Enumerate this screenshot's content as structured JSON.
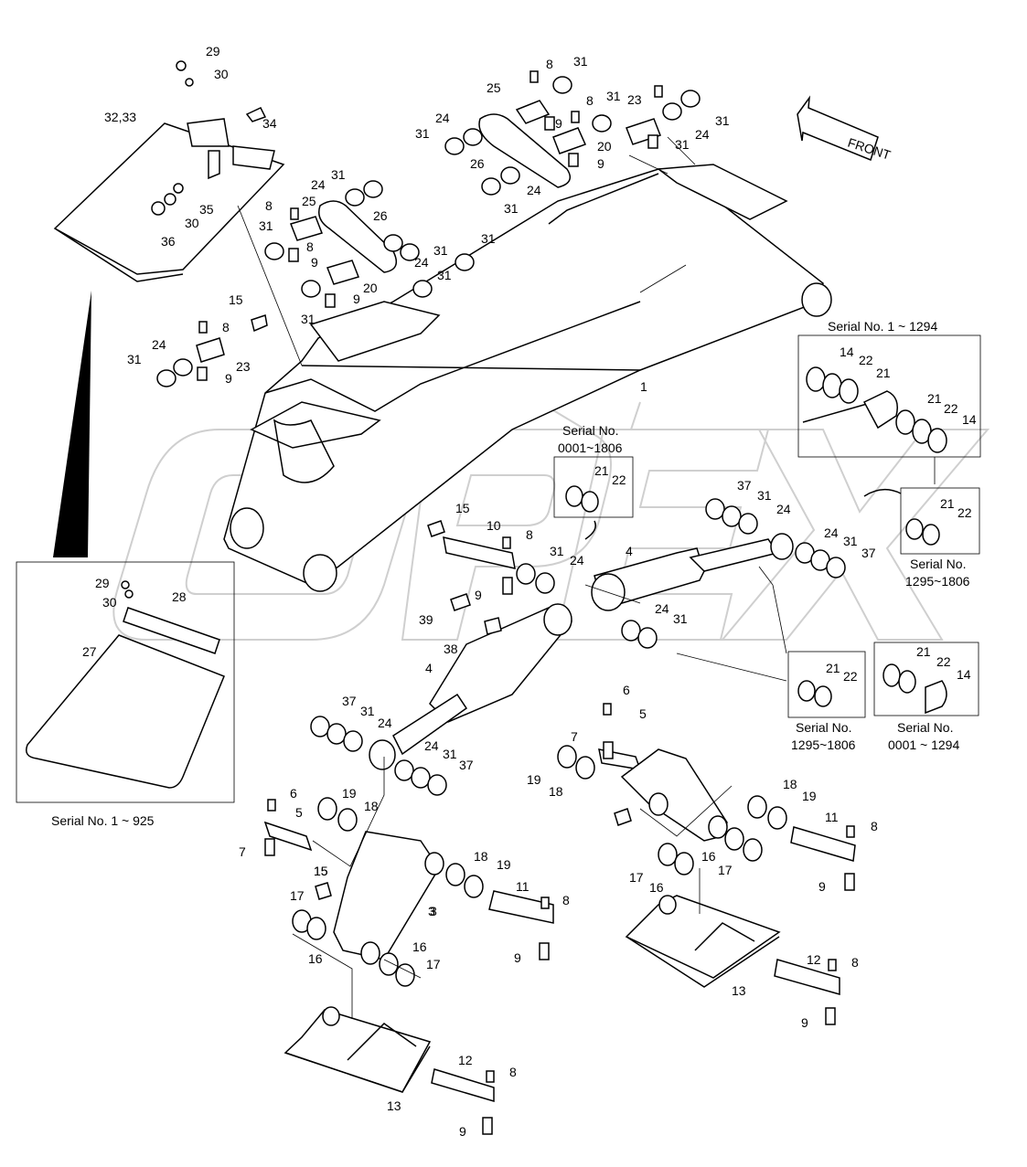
{
  "diagram": {
    "front_label": "FRONT",
    "callouts": [
      "29",
      "30",
      "32,33",
      "34",
      "35",
      "30",
      "36",
      "8",
      "31",
      "25",
      "9",
      "8",
      "31",
      "23",
      "24",
      "31",
      "20",
      "9",
      "24",
      "31",
      "26",
      "24",
      "31",
      "31",
      "31",
      "24",
      "25",
      "8",
      "31",
      "26",
      "8",
      "9",
      "31",
      "24",
      "31",
      "9",
      "20",
      "31",
      "31",
      "15",
      "8",
      "24",
      "31",
      "23",
      "9",
      "15",
      "10",
      "8",
      "31",
      "24",
      "9",
      "39",
      "38",
      "4",
      "37",
      "31",
      "24",
      "24",
      "31",
      "37",
      "4",
      "24",
      "31",
      "37",
      "31",
      "24",
      "24",
      "31",
      "37",
      "29",
      "30",
      "28",
      "27",
      "6",
      "5",
      "7",
      "19",
      "18",
      "3",
      "15",
      "6",
      "5",
      "7",
      "19",
      "18",
      "18",
      "19",
      "11",
      "8",
      "16",
      "17",
      "17",
      "16",
      "9",
      "3",
      "15",
      "17",
      "16",
      "18",
      "19",
      "11",
      "8",
      "16",
      "17",
      "9",
      "13",
      "12",
      "8",
      "9",
      "13",
      "12",
      "8",
      "9",
      "14",
      "22",
      "21",
      "21",
      "22",
      "14",
      "21",
      "22",
      "21",
      "22",
      "21",
      "22",
      "21",
      "22",
      "14",
      "1"
    ],
    "serial_notes": [
      "Serial No. 1 ~ 1294",
      "Serial No.",
      "0001~1806",
      "Serial No.",
      "1295~1806",
      "Serial No.",
      "1295~1806",
      "Serial No.",
      "0001 ~ 1294",
      "Serial No. 1 ~ 925"
    ]
  }
}
